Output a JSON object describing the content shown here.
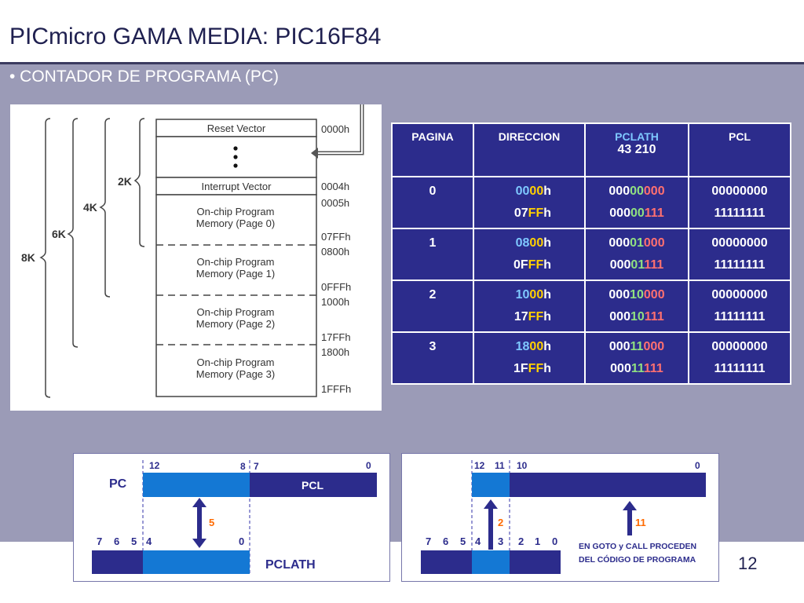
{
  "slide": {
    "title": "PICmicro GAMA MEDIA: PIC16F84",
    "bullet": "• CONTADOR DE PROGRAMA (PC)",
    "page_number": "12"
  },
  "memory_map": {
    "blocks": {
      "reset_vector": "Reset Vector",
      "interrupt_vector": "Interrupt Vector",
      "page0_line1": "On-chip Program",
      "page0_line2": "Memory (Page 0)",
      "page1_line1": "On-chip Program",
      "page1_line2": "Memory (Page 1)",
      "page2_line1": "On-chip Program",
      "page2_line2": "Memory (Page 2)",
      "page3_line1": "On-chip Program",
      "page3_line2": "Memory (Page 3)"
    },
    "addresses": [
      "0000h",
      "0004h",
      "0005h",
      "07FFh",
      "0800h",
      "0FFFh",
      "1000h",
      "17FFh",
      "1800h",
      "1FFFh"
    ],
    "brackets": {
      "b2k": "2K",
      "b4k": "4K",
      "b6k": "6K",
      "b8k": "8K"
    }
  },
  "table": {
    "headers": {
      "pagina": "PAGINA",
      "direccion": "DIRECCION",
      "pclath": "PCLATH",
      "pclath_bits": "43 210",
      "pcl": "PCL"
    },
    "rows": [
      {
        "pagina": "0",
        "dir1": {
          "a": "00",
          "b": "00",
          "c": "h"
        },
        "dir2": {
          "a": "07",
          "b": "FF",
          "c": "h"
        },
        "pclath1": {
          "a": "000",
          "b": "00",
          "c": "000"
        },
        "pclath2": {
          "a": "000",
          "b": "00",
          "c": "111"
        },
        "pcl1": "00000000",
        "pcl2": "11111111"
      },
      {
        "pagina": "1",
        "dir1": {
          "a": "08",
          "b": "00",
          "c": "h"
        },
        "dir2": {
          "a": "0F",
          "b": "FF",
          "c": "h"
        },
        "pclath1": {
          "a": "000",
          "b": "01",
          "c": "000"
        },
        "pclath2": {
          "a": "000",
          "b": "01",
          "c": "111"
        },
        "pcl1": "00000000",
        "pcl2": "11111111"
      },
      {
        "pagina": "2",
        "dir1": {
          "a": "10",
          "b": "00",
          "c": "h"
        },
        "dir2": {
          "a": "17",
          "b": "FF",
          "c": "h"
        },
        "pclath1": {
          "a": "000",
          "b": "10",
          "c": "000"
        },
        "pclath2": {
          "a": "000",
          "b": "10",
          "c": "111"
        },
        "pcl1": "00000000",
        "pcl2": "11111111"
      },
      {
        "pagina": "3",
        "dir1": {
          "a": "18",
          "b": "00",
          "c": "h"
        },
        "dir2": {
          "a": "1F",
          "b": "FF",
          "c": "h"
        },
        "pclath1": {
          "a": "000",
          "b": "11",
          "c": "000"
        },
        "pclath2": {
          "a": "000",
          "b": "11",
          "c": "111"
        },
        "pcl1": "00000000",
        "pcl2": "11111111"
      }
    ]
  },
  "diagram_left": {
    "pc_label": "PC",
    "pcl_label": "PCL",
    "pclath_label": "PCLATH",
    "bit_12": "12",
    "bit_8": "8",
    "bit_7": "7",
    "bit_0_top": "0",
    "bits_7": "7",
    "bits_6": "6",
    "bits_5": "5",
    "bits_4": "4",
    "bit_0_bottom": "0",
    "transfer_count": "5"
  },
  "diagram_right": {
    "bit_12": "12",
    "bit_11": "11",
    "bit_10": "10",
    "bit_0_top": "0",
    "bits_7": "7",
    "bits_6": "6",
    "bits_5": "5",
    "bits_4": "4",
    "bits_3": "3",
    "bits_2": "2",
    "bits_1": "1",
    "bits_0": "0",
    "count_2": "2",
    "count_11": "11",
    "note_line1": "EN GOTO y CALL PROCEDEN",
    "note_line2": "DEL CÓDIGO DE PROGRAMA"
  },
  "colors": {
    "navy": "#2c2c8c",
    "highlight_blue": "#1478d4",
    "panel": "#9b9bb7",
    "orange": "#ff6a00",
    "yellow": "#ffd000"
  }
}
